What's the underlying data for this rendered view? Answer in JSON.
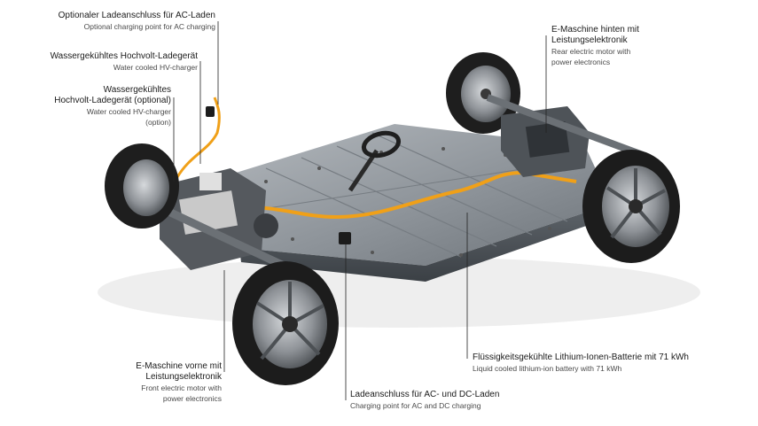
{
  "callouts": {
    "ac_charging": {
      "de": "Optionaler Ladeanschluss für AC-Laden",
      "en": "Optional charging point for AC charging"
    },
    "hv_charger": {
      "de": "Wassergekühltes Hochvolt-Ladegerät",
      "en": "Water cooled HV-charger"
    },
    "hv_charger_option": {
      "de1": "Wassergekühltes",
      "de2": "Hochvolt-Ladegerät (optional)",
      "en1": "Water cooled HV-charger",
      "en2": "(option)"
    },
    "rear_motor": {
      "de1": "E-Maschine hinten mit",
      "de2": "Leistungselektronik",
      "en1": "Rear electric motor with",
      "en2": "power electronics"
    },
    "front_motor": {
      "de1": "E-Maschine vorne mit",
      "de2": "Leistungselektronik",
      "en1": "Front electric motor with",
      "en2": "power electronics"
    },
    "battery": {
      "de": "Flüssigkeitsgekühlte Lithium-Ionen-Batterie mit 71 kWh",
      "en": "Liquid cooled lithium-ion battery with 71 kWh"
    },
    "charging_point": {
      "de": "Ladeanschluss für AC- und DC-Laden",
      "en": "Charging point for AC and DC charging"
    }
  },
  "colors": {
    "background": "#ffffff",
    "battery": "#8e949a",
    "cable": "#f0a018",
    "tire": "#1c1c1c",
    "rim": "#9a9ea3",
    "leader": "#222222"
  }
}
